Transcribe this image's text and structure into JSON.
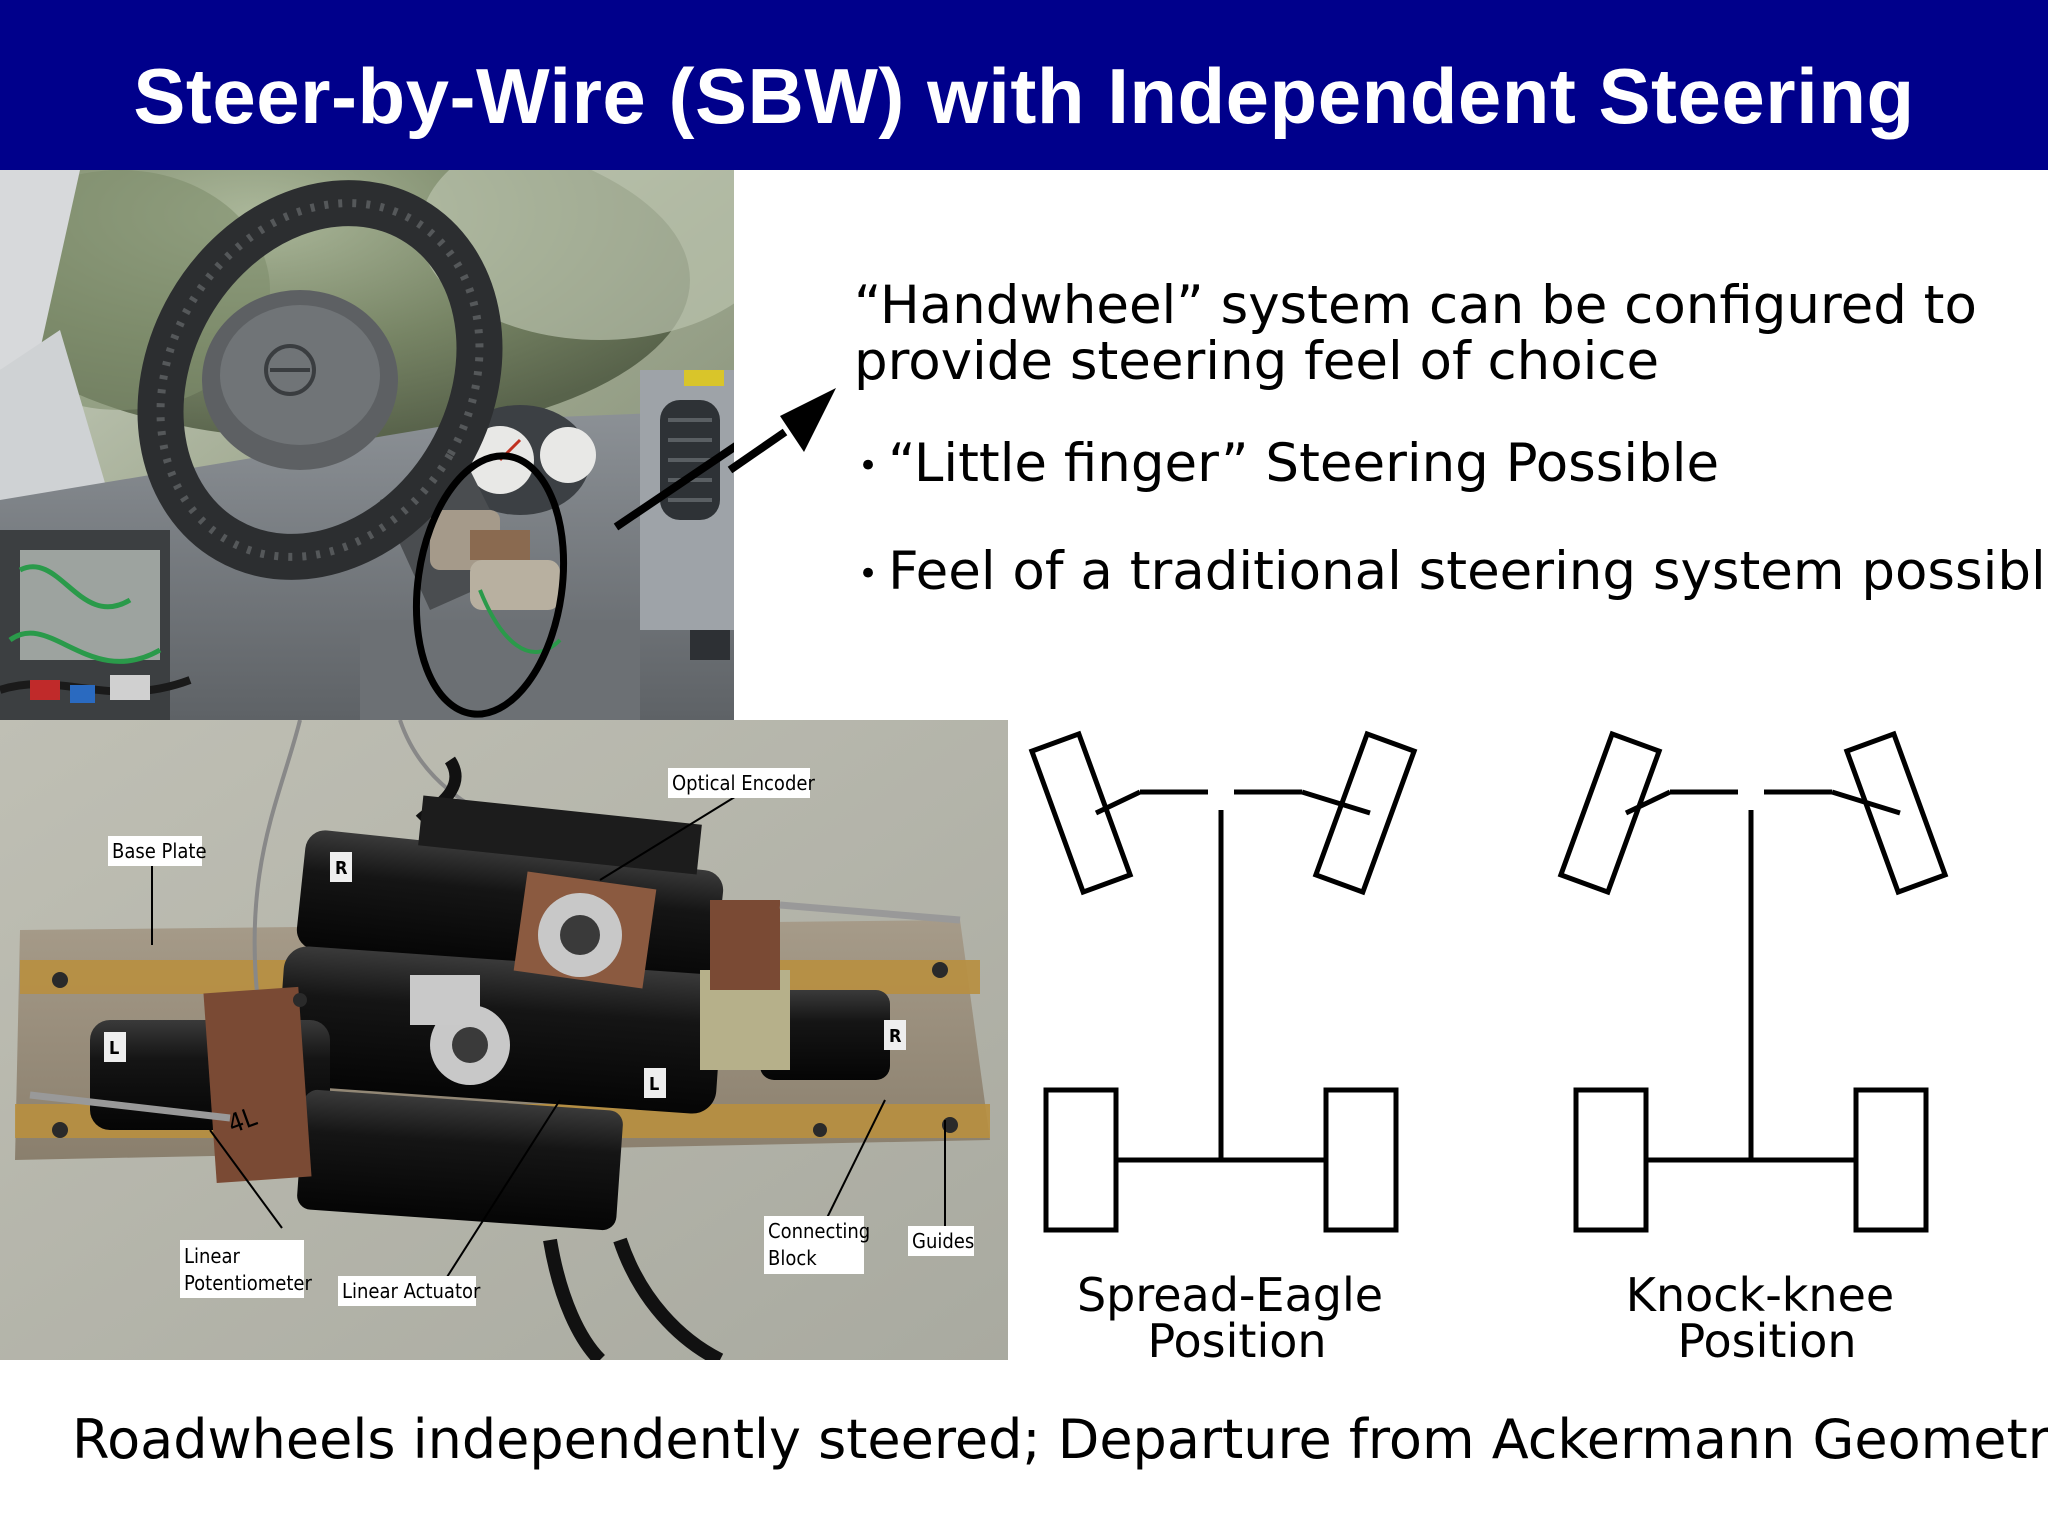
{
  "slide": {
    "title": "Steer-by-Wire (SBW) with Independent Steering"
  },
  "callout": {
    "heading_line1": "“Handwheel” system can be configured to",
    "heading_line2": "provide steering feel of choice",
    "bullets": [
      "“Little finger” Steering Possible",
      "Feel of a traditional steering system possible"
    ]
  },
  "actuator_photo": {
    "labels": {
      "optical_encoder": "Optical Encoder",
      "base_plate": "Base Plate",
      "linear_potentiometer_line1": "Linear",
      "linear_potentiometer_line2": "Potentiometer",
      "linear_actuator": "Linear Actuator",
      "connecting_block_line1": "Connecting",
      "connecting_block_line2": "Block",
      "guides": "Guides",
      "tag_r1": "R",
      "tag_r2": "R",
      "tag_l1": "L",
      "tag_l2": "L",
      "scribble": "4L"
    }
  },
  "diagrams": [
    {
      "caption_line1": "Spread-Eagle",
      "caption_line2": "Position"
    },
    {
      "caption_line1": "Knock-knee",
      "caption_line2": "Position"
    }
  ],
  "footer": {
    "text": "Roadwheels independently steered; Departure from Ackermann Geometry"
  },
  "colors": {
    "title_bar": "#00008b",
    "title_text": "#ffffff",
    "body_text": "#000000"
  }
}
